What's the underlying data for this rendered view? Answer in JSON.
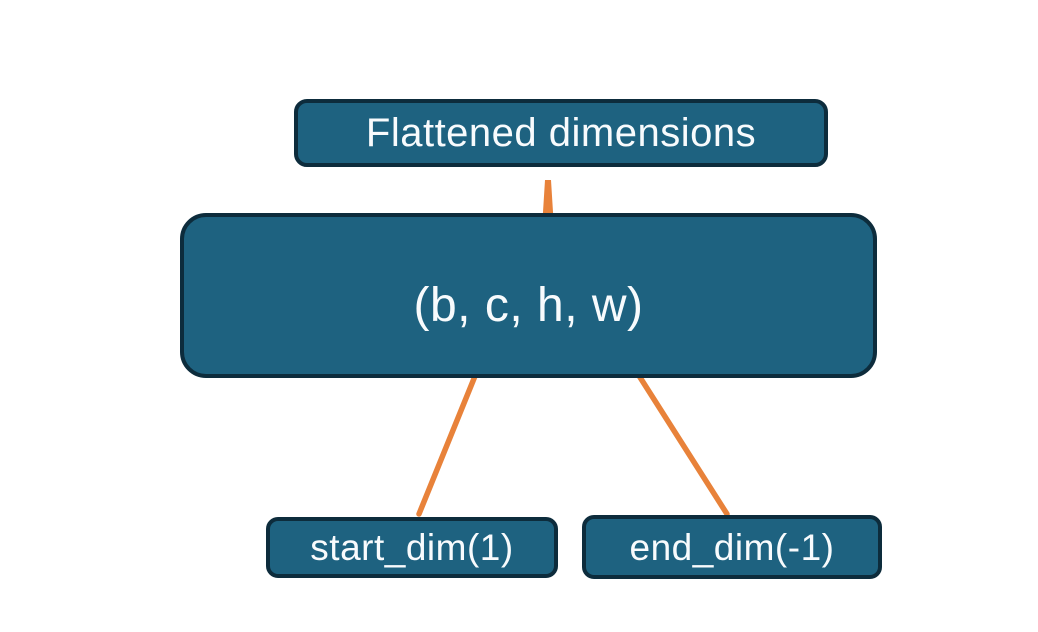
{
  "diagram": {
    "nodes": {
      "flattened": {
        "label": "Flattened dimensions"
      },
      "tensor": {
        "label": "(b, c, h, w)"
      },
      "start_dim": {
        "label": "start_dim(1)"
      },
      "end_dim": {
        "label": "end_dim(-1)"
      }
    },
    "connectors": [
      {
        "name": "flatten-brace",
        "type": "curly-brace"
      },
      {
        "name": "start-dim-arrow",
        "type": "arrow"
      },
      {
        "name": "end-dim-arrow",
        "type": "arrow"
      }
    ],
    "colors": {
      "node_fill": "#1E6280",
      "node_border": "#0D2C3C",
      "connector": "#E8823A",
      "text": "#F8FBFD",
      "background": "#FFFFFF"
    }
  }
}
